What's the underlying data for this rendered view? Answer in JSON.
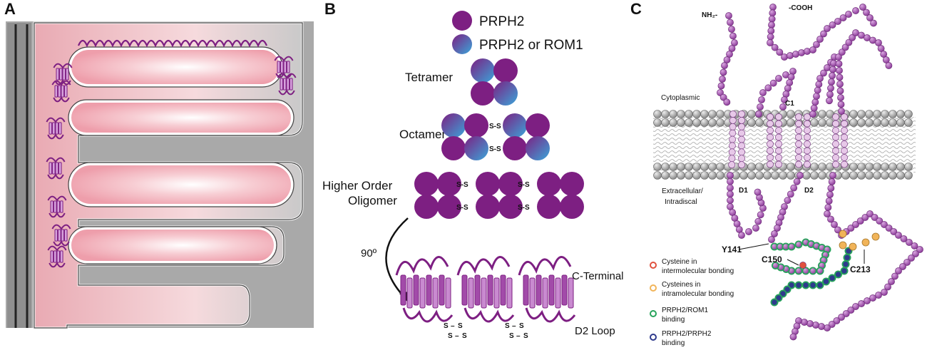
{
  "panels": {
    "a": {
      "letter": "A"
    },
    "b": {
      "letter": "B",
      "legend": {
        "prph2": "PRPH2",
        "prph2_or_rom1": "PRPH2 or ROM1"
      },
      "tetramer": "Tetramer",
      "octamer": "Octamer",
      "higher_order_1": "Higher Order",
      "higher_order_2": "Oligomer",
      "ss": "S-S",
      "rotation": "90º",
      "c_terminal": "C-Terminal",
      "d2_loop": "D2 Loop",
      "bond_s": "S",
      "bond_dash": "–"
    },
    "c": {
      "letter": "C",
      "nh2": "NH₂-",
      "cooh": "-COOH",
      "cytoplasmic": "Cytoplasmic",
      "c1": "C1",
      "extracellular_1": "Extracellular/",
      "extracellular_2": "Intradiscal",
      "d1": "D1",
      "d2": "D2",
      "y141": "Y141",
      "c150": "C150",
      "c213": "C213",
      "legend": [
        {
          "line1": "Cysteine in",
          "line2": "intermolecular bonding",
          "color": "#e0513e"
        },
        {
          "line1": "Cysteines in",
          "line2": "intramolecular bonding",
          "color": "#f1b459"
        },
        {
          "line1": "PRPH2/ROM1",
          "line2": "binding",
          "color": "#27a35b"
        },
        {
          "line1": "PRPH2/PRPH2",
          "line2": "binding",
          "color": "#2e3a8c"
        }
      ]
    }
  },
  "colors": {
    "purple": "#7d1f82",
    "bead": "#a865b5",
    "bead_light": "#e7c8e8",
    "blue": "#3aa6da",
    "membrane": "#9d9d9d",
    "disc_pink": "#f3b9c2"
  }
}
